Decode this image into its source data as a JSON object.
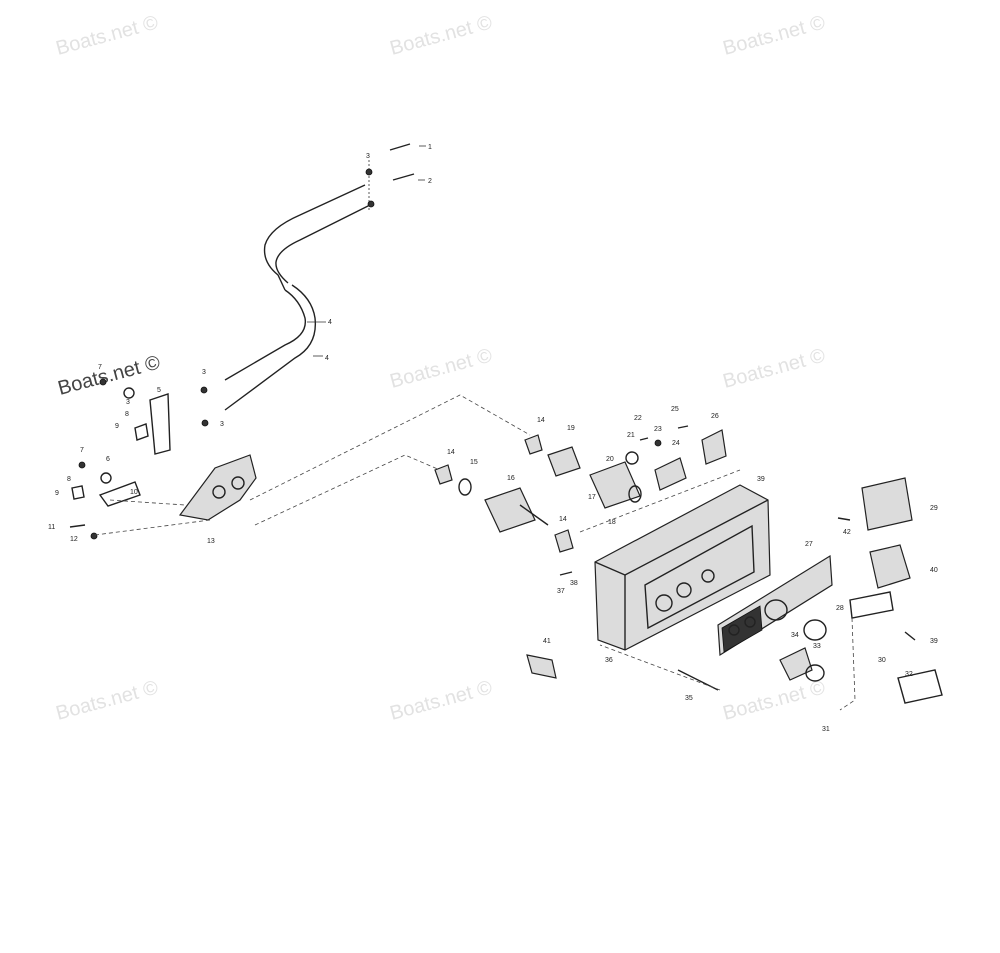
{
  "watermark": {
    "text": "Boats.net ©",
    "color": "#e2e2e2",
    "emphasized_color": "#444444"
  },
  "labels": {
    "p1": "1",
    "p2": "2",
    "p3a": "3",
    "p3b": "3",
    "p3c": "3",
    "p3d": "3",
    "p4a": "4",
    "p4b": "4",
    "p5": "5",
    "p6": "6",
    "p7a": "7",
    "p7b": "7",
    "p8a": "8",
    "p8b": "8",
    "p9a": "9",
    "p9b": "9",
    "p10": "10",
    "p11": "11",
    "p12": "12",
    "p13": "13",
    "p14a": "14",
    "p14b": "14",
    "p14c": "14",
    "p15": "15",
    "p16": "16",
    "p17": "17",
    "p18": "18",
    "p19": "19",
    "p20": "20",
    "p21": "21",
    "p22": "22",
    "p23": "23",
    "p24": "24",
    "p25": "25",
    "p26": "26",
    "p27": "27",
    "p28": "28",
    "p29": "29",
    "p30": "30",
    "p31": "31",
    "p32": "32",
    "p33": "33",
    "p34": "34",
    "p35": "35",
    "p36": "36",
    "p37": "37",
    "p38": "38",
    "p39": "39",
    "p40": "40",
    "p41": "41",
    "p42": "42"
  }
}
